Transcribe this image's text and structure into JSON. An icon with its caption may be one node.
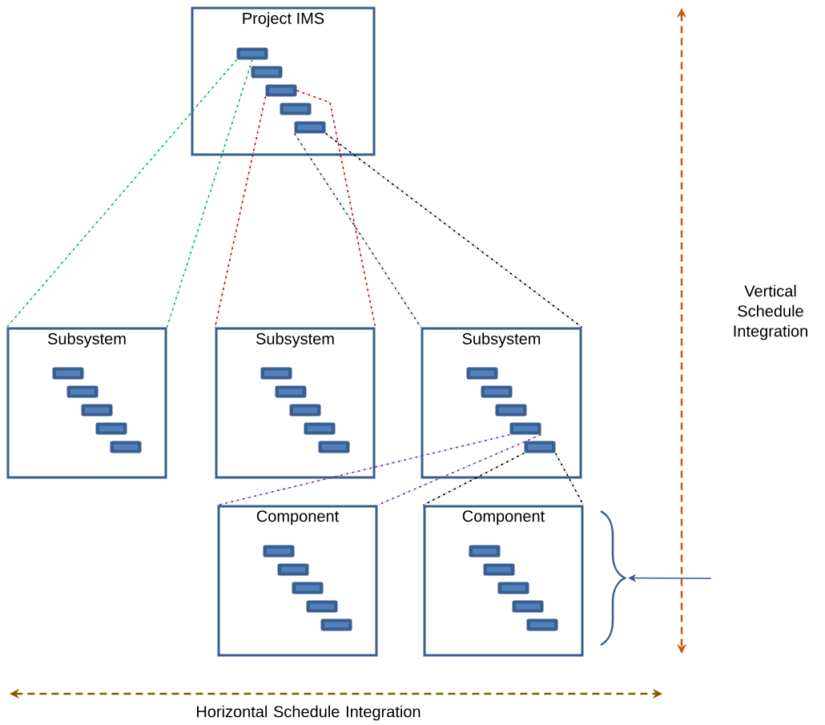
{
  "diagram": {
    "nodes": [
      {
        "text": [
          "Project IMS"
        ]
      },
      {
        "text": [],
        "shape": "bar",
        "in": 0
      },
      {
        "text": [],
        "shape": "bar",
        "in": 0
      },
      {
        "text": [],
        "shape": "bar",
        "in": 0
      },
      {
        "text": [],
        "shape": "bar",
        "in": 0
      },
      {
        "text": [],
        "shape": "bar",
        "in": 0
      },
      {
        "text": [
          "Subsystem"
        ]
      },
      {
        "text": [],
        "shape": "bar",
        "in": 6
      },
      {
        "text": [],
        "shape": "bar",
        "in": 6
      },
      {
        "text": [],
        "shape": "bar",
        "in": 6
      },
      {
        "text": [],
        "shape": "bar",
        "in": 6
      },
      {
        "text": [],
        "shape": "bar",
        "in": 6
      },
      {
        "text": [
          "Subsystem"
        ]
      },
      {
        "text": [],
        "shape": "bar",
        "in": 12
      },
      {
        "text": [],
        "shape": "bar",
        "in": 12
      },
      {
        "text": [],
        "shape": "bar",
        "in": 12
      },
      {
        "text": [],
        "shape": "bar",
        "in": 12
      },
      {
        "text": [],
        "shape": "bar",
        "in": 12
      },
      {
        "text": [
          "Subsystem"
        ]
      },
      {
        "text": [],
        "shape": "bar",
        "in": 18
      },
      {
        "text": [],
        "shape": "bar",
        "in": 18
      },
      {
        "text": [],
        "shape": "bar",
        "in": 18
      },
      {
        "text": [],
        "shape": "bar",
        "in": 18
      },
      {
        "text": [],
        "shape": "bar",
        "in": 18
      },
      {
        "text": [
          "Component"
        ]
      },
      {
        "text": [],
        "shape": "bar",
        "in": 24
      },
      {
        "text": [],
        "shape": "bar",
        "in": 24
      },
      {
        "text": [],
        "shape": "bar",
        "in": 24
      },
      {
        "text": [],
        "shape": "bar",
        "in": 24
      },
      {
        "text": [],
        "shape": "bar",
        "in": 24
      },
      {
        "text": [
          "Component"
        ]
      },
      {
        "text": [],
        "shape": "bar",
        "in": 30
      },
      {
        "text": [],
        "shape": "bar",
        "in": 30
      },
      {
        "text": [],
        "shape": "bar",
        "in": 30
      },
      {
        "text": [],
        "shape": "bar",
        "in": 30
      },
      {
        "text": [],
        "shape": "bar",
        "in": 30
      },
      {
        "text": [],
        "shape": "brace"
      }
    ],
    "edges": [
      {
        "from": 1,
        "to": 6,
        "arrow": "none",
        "style": "dashed",
        "color": "#00b050"
      },
      {
        "from": 1,
        "to": 6,
        "arrow": "none",
        "style": "dashed",
        "color": "#00b050"
      },
      {
        "from": 3,
        "to": 12,
        "arrow": "none",
        "style": "dashed",
        "color": "#c00000"
      },
      {
        "from": 3,
        "to": 12,
        "arrow": "none",
        "style": "dashed",
        "color": "#c00000"
      },
      {
        "from": 5,
        "to": 18,
        "arrow": "none",
        "style": "dashed",
        "color": "#1f3864"
      },
      {
        "from": 5,
        "to": 18,
        "arrow": "none",
        "style": "dashed",
        "color": "#000000"
      },
      {
        "from": 22,
        "to": 24,
        "arrow": "none",
        "style": "dashed",
        "color": "#7030a0"
      },
      {
        "from": 22,
        "to": 24,
        "arrow": "none",
        "style": "dashed",
        "color": "#7030a0"
      },
      {
        "from": 23,
        "to": 30,
        "arrow": "none",
        "style": "dashed",
        "color": "#000000"
      },
      {
        "from": 23,
        "to": 30,
        "arrow": "none",
        "style": "dashed",
        "color": "#000000"
      },
      {
        "from": null,
        "to": 36,
        "arrow": "to",
        "color": "#2f5597"
      }
    ],
    "labels": [
      "Vertical Schedule Integration",
      "Horizontal Schedule Integration"
    ]
  }
}
